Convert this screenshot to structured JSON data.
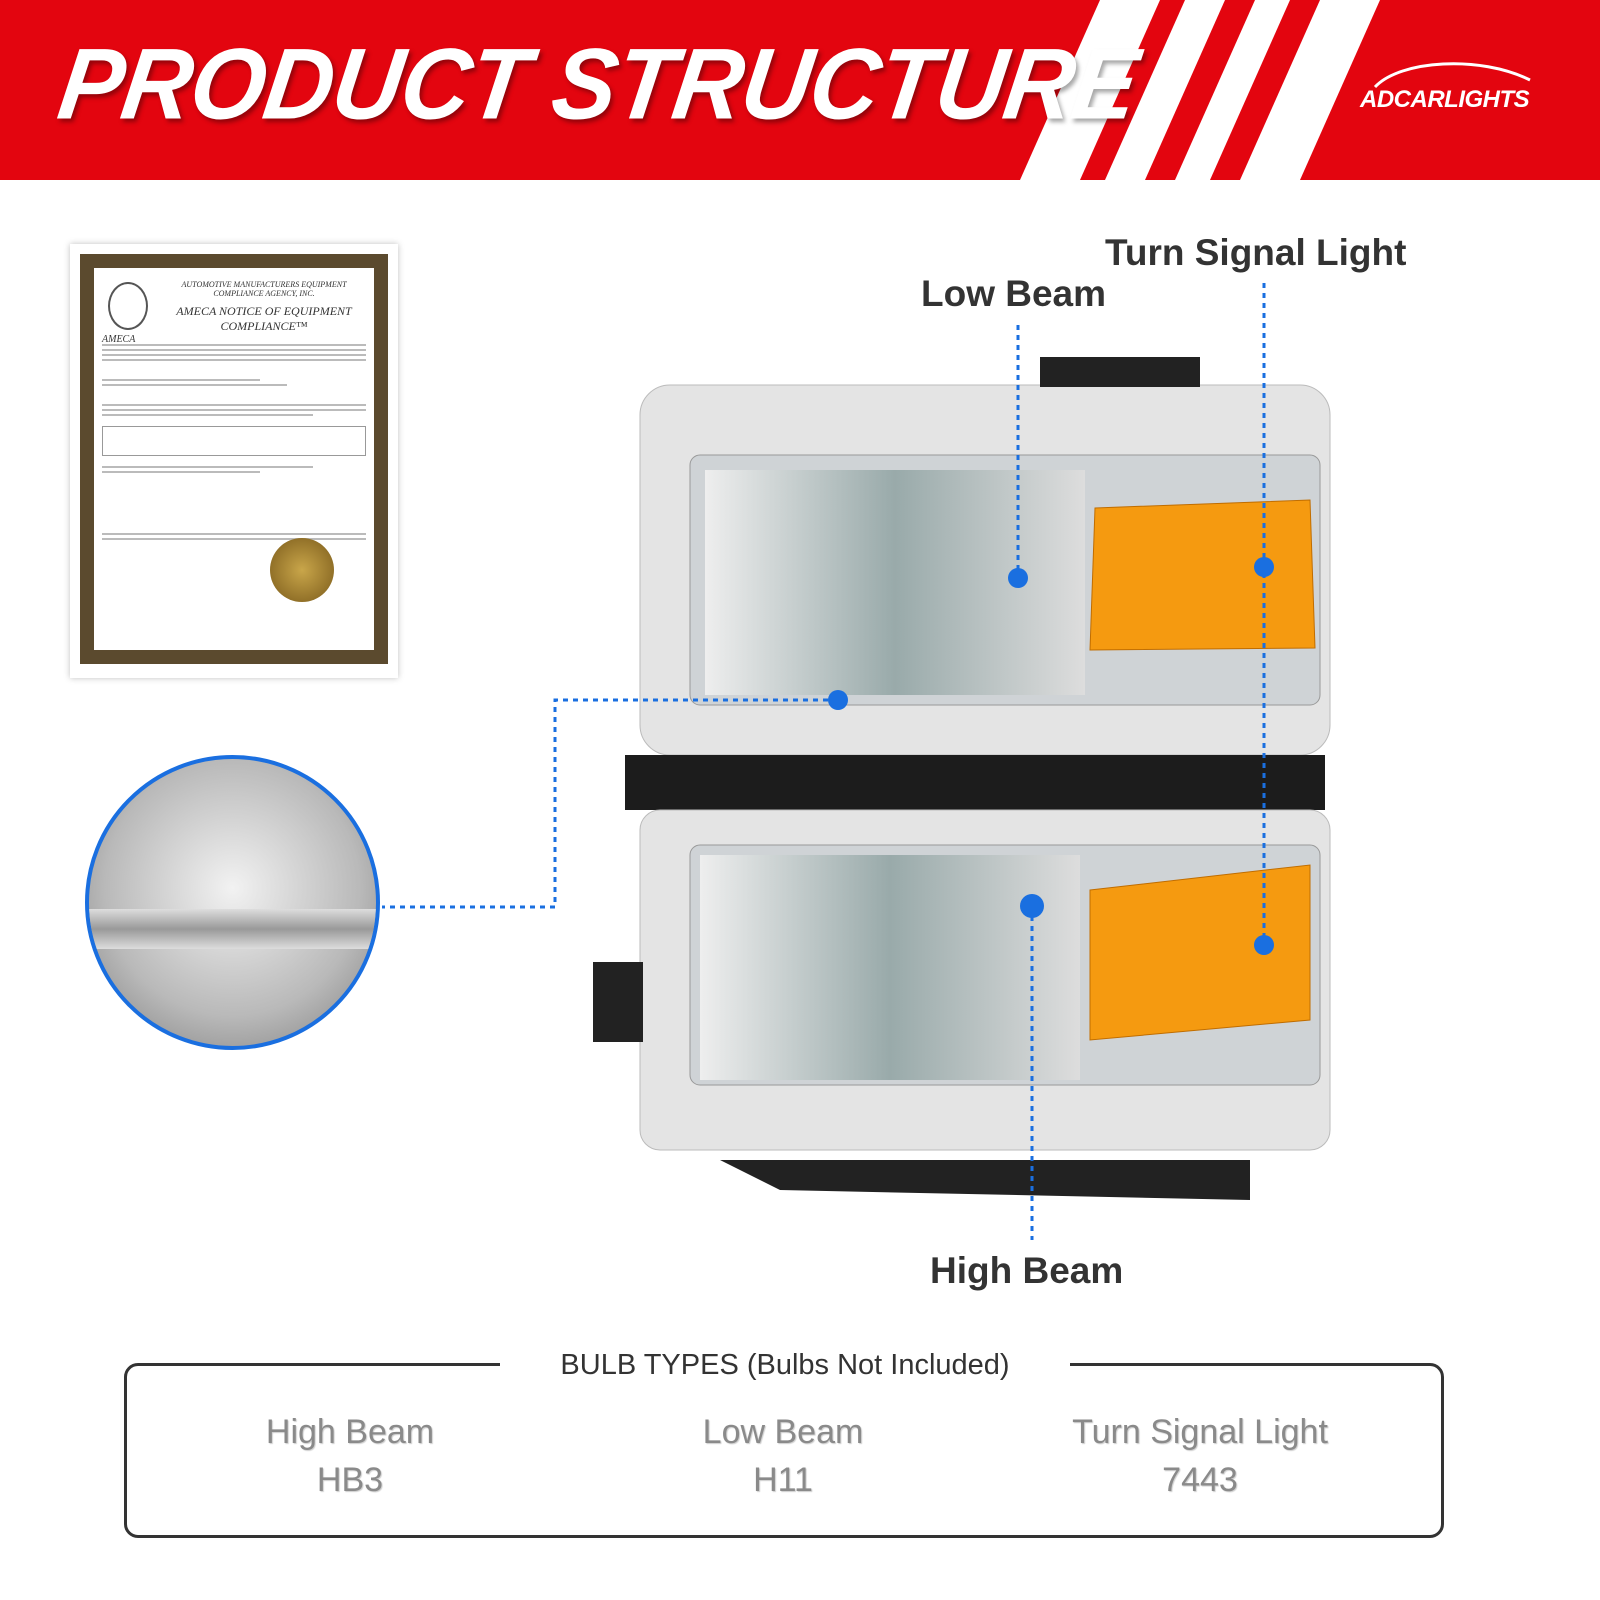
{
  "header": {
    "title": "PRODUCT STRUCTURE",
    "brand": "ADCARLIGHTS"
  },
  "certificate": {
    "agency": "AUTOMOTIVE MANUFACTURERS EQUIPMENT COMPLIANCE AGENCY, INC.",
    "heading": "AMECA NOTICE OF EQUIPMENT COMPLIANCE™",
    "logo_text": "AMECA"
  },
  "callouts": {
    "turn_signal": "Turn Signal Light",
    "low_beam": "Low Beam",
    "high_beam": "High Beam"
  },
  "bulb_types": {
    "title": "BULB TYPES (Bulbs Not Included)",
    "items": [
      {
        "name": "High Beam",
        "bulb": "HB3"
      },
      {
        "name": "Low Beam",
        "bulb": "H11"
      },
      {
        "name": "Turn Signal Light",
        "bulb": "7443"
      }
    ]
  },
  "colors": {
    "banner": "#e3050f",
    "callout_line": "#1a6fe0",
    "amber": "#f59a10"
  }
}
